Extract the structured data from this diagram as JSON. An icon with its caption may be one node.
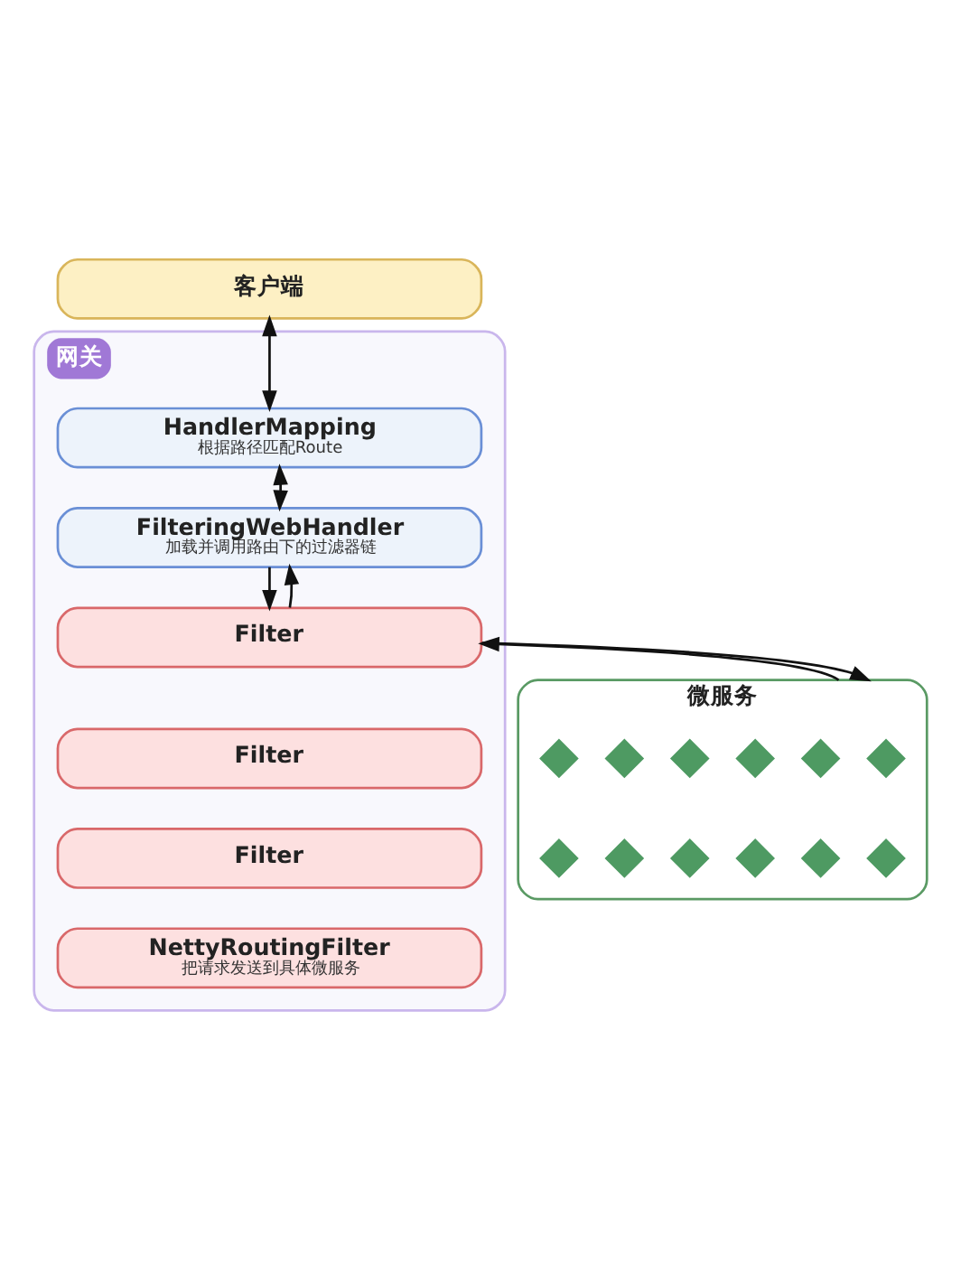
{
  "diagram": {
    "nodes": [
      {
        "text": [
          "客户端"
        ]
      },
      {
        "text": [
          "网关"
        ]
      },
      {
        "text": [
          "HandlerMapping",
          "根据路径匹配Route"
        ],
        "in": 1
      },
      {
        "text": [
          "FilteringWebHandler",
          "加载并调用路由下的过滤器链"
        ],
        "in": 1
      },
      {
        "text": [
          "Filter"
        ],
        "in": 1
      },
      {
        "text": [
          "Filter"
        ],
        "in": 1
      },
      {
        "text": [
          "Filter"
        ],
        "in": 1
      },
      {
        "text": [
          "NettyRoutingFilter",
          "把请求发送到具体微服务"
        ],
        "in": 1
      },
      {
        "text": [
          "微服务"
        ]
      },
      {
        "text": [],
        "shape": "diamond",
        "in": 8
      },
      {
        "text": [],
        "shape": "diamond",
        "in": 8
      },
      {
        "text": [],
        "shape": "diamond",
        "in": 8
      },
      {
        "text": [],
        "shape": "diamond",
        "in": 8
      },
      {
        "text": [],
        "shape": "diamond",
        "in": 8
      },
      {
        "text": [],
        "shape": "diamond",
        "in": 8
      },
      {
        "text": [],
        "shape": "diamond",
        "in": 8
      },
      {
        "text": [],
        "shape": "diamond",
        "in": 8
      },
      {
        "text": [],
        "shape": "diamond",
        "in": 8
      },
      {
        "text": [],
        "shape": "diamond",
        "in": 8
      },
      {
        "text": [],
        "shape": "diamond",
        "in": 8
      },
      {
        "text": [],
        "shape": "diamond",
        "in": 8
      }
    ],
    "edges": [
      {
        "from": 0,
        "to": 2,
        "arrow": "both"
      },
      {
        "from": 2,
        "to": 3,
        "arrow": "both"
      },
      {
        "from": 3,
        "to": 4,
        "arrow": "to"
      },
      {
        "from": 4,
        "to": 8,
        "arrow": "to"
      },
      {
        "from": 8,
        "to": 4,
        "arrow": "to"
      },
      {
        "from": 4,
        "to": 3,
        "arrow": "to"
      }
    ]
  }
}
